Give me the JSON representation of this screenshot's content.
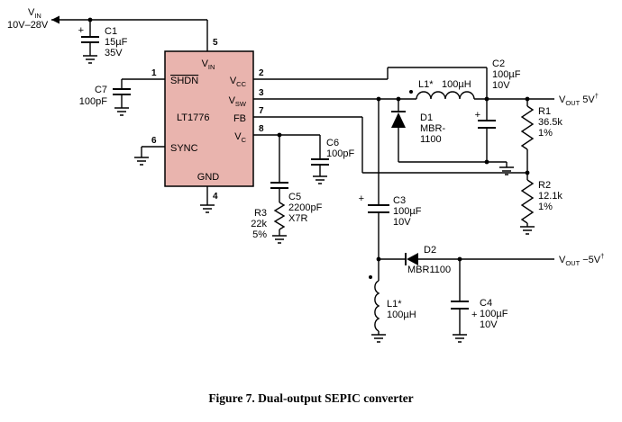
{
  "colors": {
    "background": "#ffffff",
    "wire": "#000000",
    "ic_fill": "#e9b4ae",
    "ic_border": "#000000"
  },
  "caption": "Figure 7. Dual-output SEPIC converter",
  "source": {
    "label_parts": [
      {
        "t": "V"
      },
      {
        "t": "IN",
        "sub": true
      }
    ],
    "range": "10V–28V"
  },
  "ic": {
    "part_number": "LT1776",
    "pins": {
      "vin": {
        "number": "5",
        "label_parts": [
          {
            "t": "V"
          },
          {
            "t": "IN",
            "sub": true
          }
        ]
      },
      "shdn": {
        "number": "1",
        "label_parts": [
          {
            "t": "SHDN",
            "over": true
          }
        ]
      },
      "vcc": {
        "number": "2",
        "label_parts": [
          {
            "t": "V"
          },
          {
            "t": "CC",
            "sub": true
          }
        ]
      },
      "vsw": {
        "number": "3",
        "label_parts": [
          {
            "t": "V"
          },
          {
            "t": "SW",
            "sub": true
          }
        ]
      },
      "fb": {
        "number": "7",
        "label": "FB"
      },
      "vc": {
        "number": "8",
        "label_parts": [
          {
            "t": "V"
          },
          {
            "t": "C",
            "sub": true
          }
        ]
      },
      "sync": {
        "number": "6",
        "label": "SYNC"
      },
      "gnd": {
        "number": "4",
        "label": "GND"
      }
    }
  },
  "components": {
    "c1": {
      "ref": "C1",
      "value": "15µF",
      "rating": "35V",
      "polarity": "+"
    },
    "c7": {
      "ref": "C7",
      "value": "100pF"
    },
    "c2": {
      "ref": "C2",
      "value": "100µF",
      "rating": "10V",
      "polarity": "+"
    },
    "c3": {
      "ref": "C3",
      "value": "100µF",
      "rating": "10V",
      "polarity": "+"
    },
    "c4": {
      "ref": "C4",
      "value": "100µF",
      "rating": "10V",
      "polarity": "+"
    },
    "c5": {
      "ref": "C5",
      "value": "2200pF",
      "rating": "X7R"
    },
    "c6": {
      "ref": "C6",
      "value": "100pF"
    },
    "r1": {
      "ref": "R1",
      "value": "36.5k",
      "tolerance": "1%"
    },
    "r2": {
      "ref": "R2",
      "value": "12.1k",
      "tolerance": "1%"
    },
    "r3": {
      "ref": "R3",
      "value": "22k",
      "tolerance": "5%"
    },
    "l1a": {
      "ref": "L1*",
      "value": "100µH"
    },
    "l1b": {
      "ref": "L1*",
      "value": "100µH"
    },
    "d1": {
      "ref": "D1",
      "value_lines": [
        "MBR-",
        "1100"
      ]
    },
    "d2": {
      "ref": "D2",
      "value": "MBR1100"
    }
  },
  "outputs": {
    "pos": {
      "label_parts": [
        {
          "t": "V"
        },
        {
          "t": "OUT",
          "sub": true
        },
        {
          "t": " 5V"
        },
        {
          "t": "†",
          "sup": true
        }
      ]
    },
    "neg": {
      "label_parts": [
        {
          "t": "V"
        },
        {
          "t": "OUT",
          "sub": true
        },
        {
          "t": " −5V"
        },
        {
          "t": "†",
          "sup": true
        }
      ]
    }
  }
}
